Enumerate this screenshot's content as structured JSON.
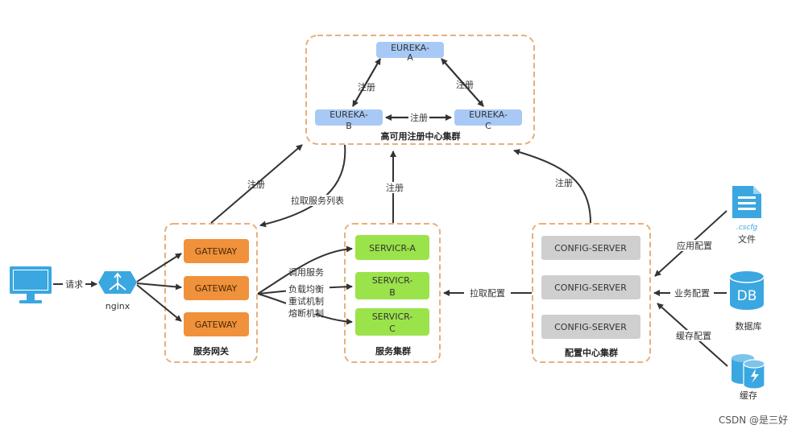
{
  "clusters": {
    "registry_title": "高可用注册中心集群",
    "gateway_title": "服务网关",
    "services_title": "服务集群",
    "config_title": "配置中心集群"
  },
  "eureka": {
    "a_line1": "EUREKA-",
    "a_line2": "A",
    "b_line1": "EUREKA-",
    "b_line2": "B",
    "c_line1": "EUREKA-",
    "c_line2": "C"
  },
  "gateways": [
    "GATEWAY",
    "GATEWAY",
    "GATEWAY"
  ],
  "services": {
    "a": "SERVICR-A",
    "b_line1": "SERVICR-",
    "b_line2": "B",
    "c_line1": "SERVICR-",
    "c_line2": "C"
  },
  "config_servers": [
    "CONFIG-SERVER",
    "CONFIG-SERVER",
    "CONFIG-SERVER"
  ],
  "sources": {
    "file_ext": ".cscfg",
    "file_label": "文件",
    "db_text": "DB",
    "db_label": "数据库",
    "cache_label": "缓存"
  },
  "client": {
    "nginx_label": "nginx",
    "request_label": "请求"
  },
  "edge_labels": {
    "register": "注册",
    "pull_service_list": "拉取服务列表",
    "invoke_service": "调用服务",
    "load_balance": "负载均衡",
    "retry": "重试机制",
    "circuit_break": "熔断机制",
    "pull_config": "拉取配置",
    "app_config": "应用配置",
    "biz_config": "业务配置",
    "cache_config": "缓存配置"
  },
  "watermark": "CSDN @是三好",
  "colors": {
    "dashed_border": "#e6b07e",
    "eureka_fill": "#a8c9f5",
    "gateway_fill": "#f0913b",
    "service_fill": "#9be34a",
    "config_fill": "#cfcfcf",
    "icon_blue": "#3aa7e0",
    "arrow": "#333333"
  }
}
